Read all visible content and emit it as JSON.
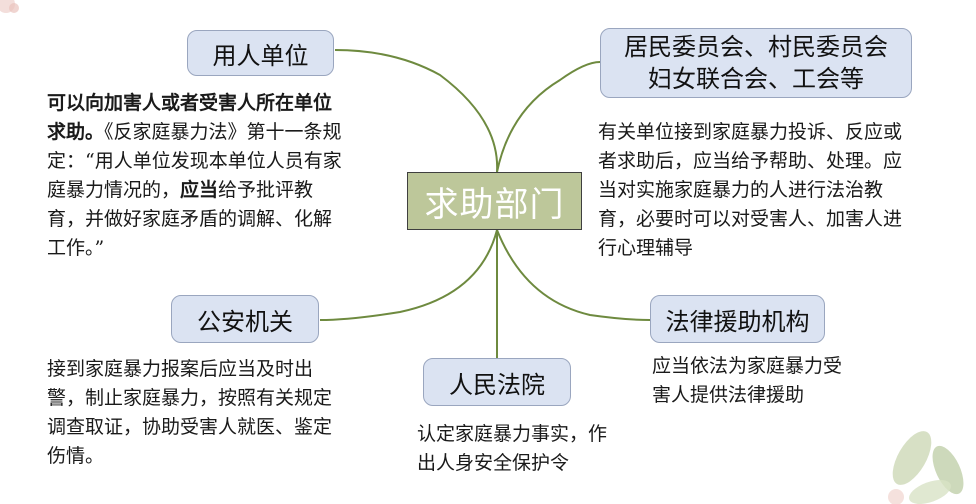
{
  "center": {
    "label": "求助部门"
  },
  "employer": {
    "title": "用人单位",
    "desc_bold_1": "可以向加害人或者受害人所在单位求助。",
    "desc_normal_1": "《反家庭暴力法》第十一条规定：“用人单位发现本单位人员有家庭暴力情况的，",
    "desc_bold_2": "应当",
    "desc_normal_2": "给予批评教育，并做好家庭矛盾的调解、化解工作。”"
  },
  "committees": {
    "title_line1": "居民委员会、村民委员会",
    "title_line2": "妇女联合会、工会等",
    "desc": "有关单位接到家庭暴力投诉、反应或者求助后，应当给予帮助、处理。应当对实施家庭暴力的人进行法治教育，必要时可以对受害人、加害人进行心理辅导"
  },
  "police": {
    "title": "公安机关",
    "desc": "接到家庭暴力报案后应当及时出警，制止家庭暴力，按照有关规定调查取证，协助受害人就医、鉴定伤情。"
  },
  "court": {
    "title": "人民法院",
    "desc": "认定家庭暴力事实，作出人身安全保护令"
  },
  "legal_aid": {
    "title": "法律援助机构",
    "desc": "应当依法为家庭暴力受害人提供法律援助"
  }
}
